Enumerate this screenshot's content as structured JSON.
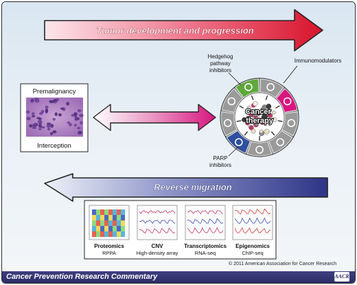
{
  "arrows": {
    "top_label": "Tumor development and progression",
    "bottom_label": "Reverse migration"
  },
  "premalignancy": {
    "title": "Premalignancy",
    "caption": "Interception"
  },
  "wheel": {
    "center_label_line1": "Cancer",
    "center_label_line2": "therapy",
    "callouts": {
      "hedgehog": [
        "Hedgehog",
        "pathway",
        "inhibitors"
      ],
      "immuno": "Immunomodulators",
      "parp": [
        "PARP",
        "inhibitors"
      ]
    },
    "segment_icons": [
      "arrow-icon",
      "no-icon",
      "pie-icon",
      "infinity-icon",
      "key-icon",
      "capsule-icon",
      "dna-icon",
      "plus-icon",
      "atom-icon"
    ],
    "colors": {
      "highlight_green": "#5fa83b",
      "highlight_magenta": "#d8177e",
      "highlight_blue": "#2f4f9f",
      "ring": "#8f8f8f"
    }
  },
  "omics": [
    {
      "title": "Proteomics",
      "subtitle": "RPPA"
    },
    {
      "title": "CNV",
      "subtitle": "High-density array"
    },
    {
      "title": "Transcriptomics",
      "subtitle": "RNA-seq"
    },
    {
      "title": "Epigenomics",
      "subtitle": "ChIP-seq"
    }
  ],
  "copyright": "© 2011 American Association for Cancer Research",
  "footer": {
    "title": "Cancer Prevention Research Commentary",
    "logo": "AACR"
  },
  "colors": {
    "top_arrow_start": "#fbe3ea",
    "top_arrow_end": "#d7142c",
    "bottom_arrow_start": "#e8ecf6",
    "bottom_arrow_end": "#2e3486",
    "double_arrow": "#e0288a"
  }
}
